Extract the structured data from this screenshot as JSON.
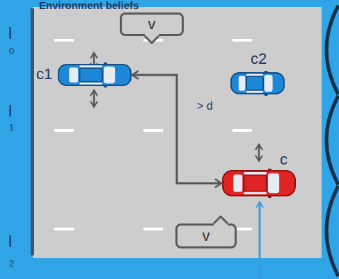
{
  "diagram": {
    "title": "Environment beliefs",
    "nodes": [
      {
        "text": [
          "v"
        ]
      },
      {
        "text": [
          "c1"
        ]
      },
      {
        "text": [
          "c2"
        ]
      },
      {
        "text": [
          "c"
        ]
      },
      {
        "text": [
          "v"
        ]
      }
    ],
    "edges": [
      {
        "from": 1,
        "to": 3,
        "arrow": "both"
      }
    ],
    "labels": [
      "l",
      "0",
      "l",
      "1",
      "l",
      "2",
      "> d"
    ]
  }
}
